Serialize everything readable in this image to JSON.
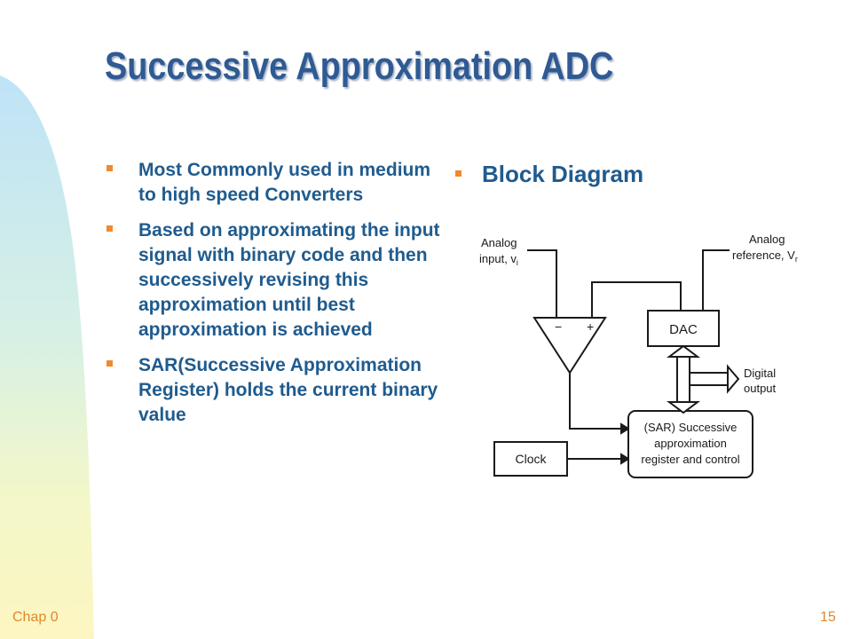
{
  "slide": {
    "title": "Successive Approximation ADC",
    "bullets": [
      "Most Commonly used in medium to high speed Converters",
      "Based on approximating the input signal with binary code and then successively revising this approximation until best approximation is achieved",
      "SAR(Successive Approximation Register) holds the current binary value"
    ],
    "block_diagram_label": "Block Diagram",
    "footer_left": "Chap 0",
    "footer_right": "15"
  },
  "diagram": {
    "analog_input_line1": "Analog",
    "analog_input_line2": "input, v",
    "analog_input_sub": "i",
    "analog_ref_line1": "Analog",
    "analog_ref_line2": "reference, V",
    "analog_ref_sub": "r",
    "comparator_minus": "−",
    "comparator_plus": "+",
    "dac": "DAC",
    "digital_output_line1": "Digital",
    "digital_output_line2": "output",
    "sar_line1": "(SAR) Successive",
    "sar_line2": "approximation",
    "sar_line3": "register and control",
    "clock": "Clock"
  },
  "colors": {
    "title": "#2f5a93",
    "text": "#1f5b8e",
    "bullet": "#f08a2a",
    "footer": "#e0882a"
  }
}
